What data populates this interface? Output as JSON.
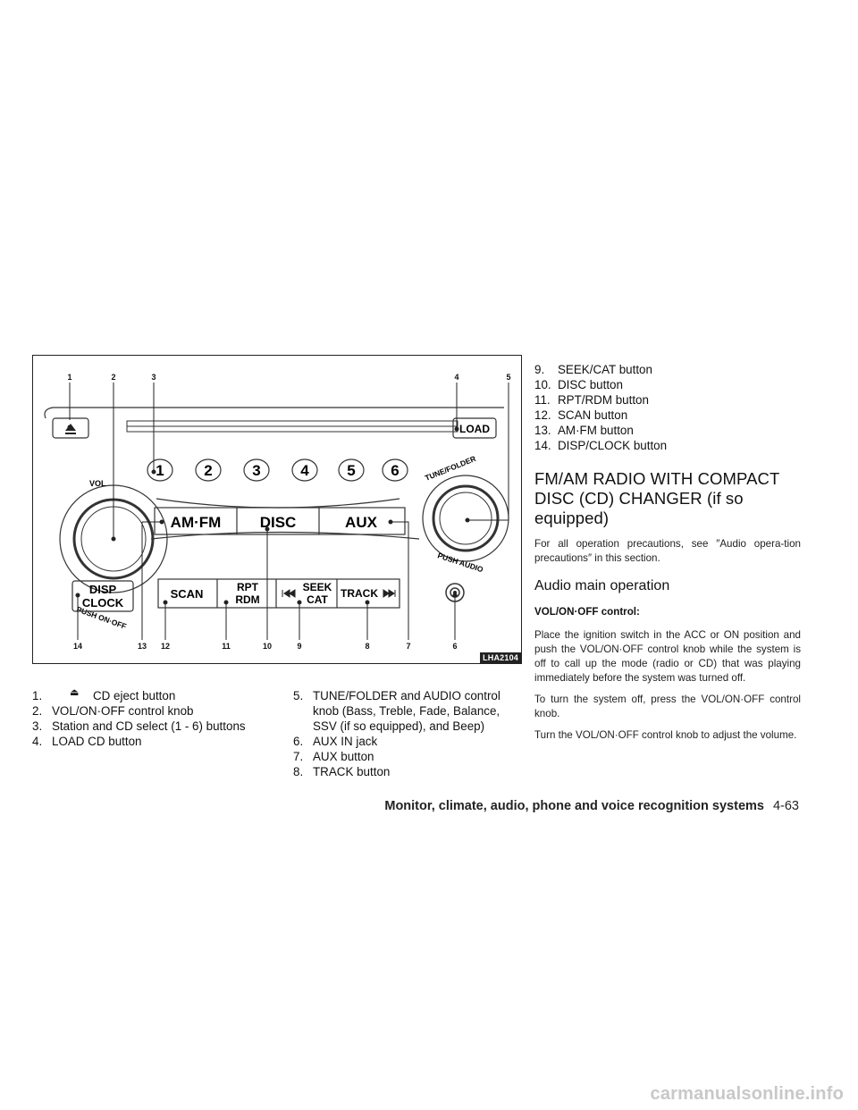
{
  "figure": {
    "id": "LHA2104",
    "callouts": [
      "1",
      "2",
      "3",
      "4",
      "5",
      "14",
      "13",
      "12",
      "11",
      "10",
      "9",
      "8",
      "7",
      "6"
    ],
    "labels": {
      "vol": "VOL",
      "push_on_off": "PUSH ON·OFF",
      "tune_folder": "TUNE/FOLDER",
      "push_audio": "PUSH AUDIO",
      "load": "LOAD",
      "presets": [
        "1",
        "2",
        "3",
        "4",
        "5",
        "6"
      ],
      "amfm": "AM·FM",
      "disc": "DISC",
      "aux": "AUX",
      "disp": "DISP",
      "clock": "CLOCK",
      "scan": "SCAN",
      "rpt": "RPT",
      "rdm": "RDM",
      "seek": "SEEK",
      "cat": "CAT",
      "track": "TRACK"
    }
  },
  "list_left": [
    {
      "num": "1.",
      "icon": "eject-icon",
      "text": "CD eject button"
    },
    {
      "num": "2.",
      "text": "VOL/ON·OFF control knob"
    },
    {
      "num": "3.",
      "text": "Station and CD select (1 - 6) buttons"
    },
    {
      "num": "4.",
      "text": "LOAD CD button"
    }
  ],
  "list_mid": [
    {
      "num": "5.",
      "text": "TUNE/FOLDER and AUDIO control knob (Bass, Treble, Fade, Balance, SSV (if so equipped), and Beep)"
    },
    {
      "num": "6.",
      "text": "AUX IN jack"
    },
    {
      "num": "7.",
      "text": "AUX button"
    },
    {
      "num": "8.",
      "text": "TRACK button"
    }
  ],
  "list_right": [
    {
      "num": "9.",
      "text": "SEEK/CAT button"
    },
    {
      "num": "10.",
      "text": "DISC button"
    },
    {
      "num": "11.",
      "text": "RPT/RDM button"
    },
    {
      "num": "12.",
      "text": "SCAN button"
    },
    {
      "num": "13.",
      "text": "AM·FM button"
    },
    {
      "num": "14.",
      "text": "DISP/CLOCK button"
    }
  ],
  "section": {
    "heading": "FM/AM RADIO WITH COMPACT DISC (CD) CHANGER (if so equipped)",
    "intro": "For all operation precautions, see ″Audio opera-tion precautions″ in this section.",
    "subheading": "Audio main operation",
    "control_label": "VOL/ON·OFF control:",
    "paragraphs": [
      "Place the ignition switch in the ACC or ON position and push the VOL/ON·OFF control knob while the system is off to call up the mode (radio or CD) that was playing immediately before the system was turned off.",
      "To turn the system off, press the VOL/ON·OFF control knob.",
      "Turn the VOL/ON·OFF control knob to adjust the volume."
    ]
  },
  "footer": {
    "title": "Monitor, climate, audio, phone and voice recognition systems",
    "page": "4-63"
  },
  "watermark": "carmanualsonline.info"
}
